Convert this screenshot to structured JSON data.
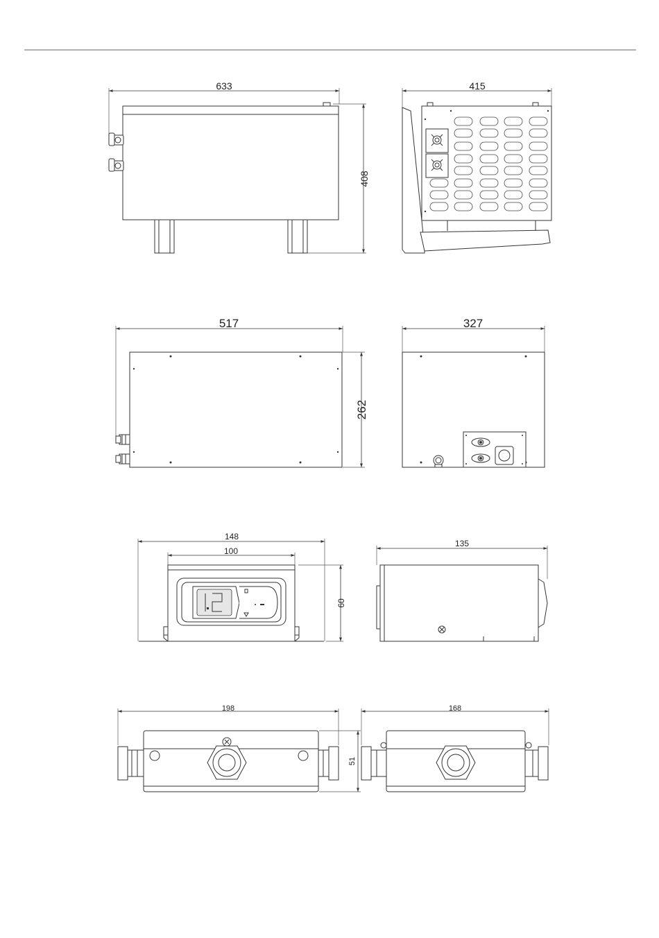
{
  "drawings": {
    "condensing_unit": {
      "width": "633",
      "height": "408",
      "depth": "415"
    },
    "evaporator_unit": {
      "width": "517",
      "height": "262",
      "depth": "327"
    },
    "controller": {
      "overall_width": "148",
      "front_width": "100",
      "height": "60",
      "depth": "135"
    },
    "junction_box": {
      "overall_length": "198",
      "height": "51",
      "side_length": "168"
    }
  }
}
